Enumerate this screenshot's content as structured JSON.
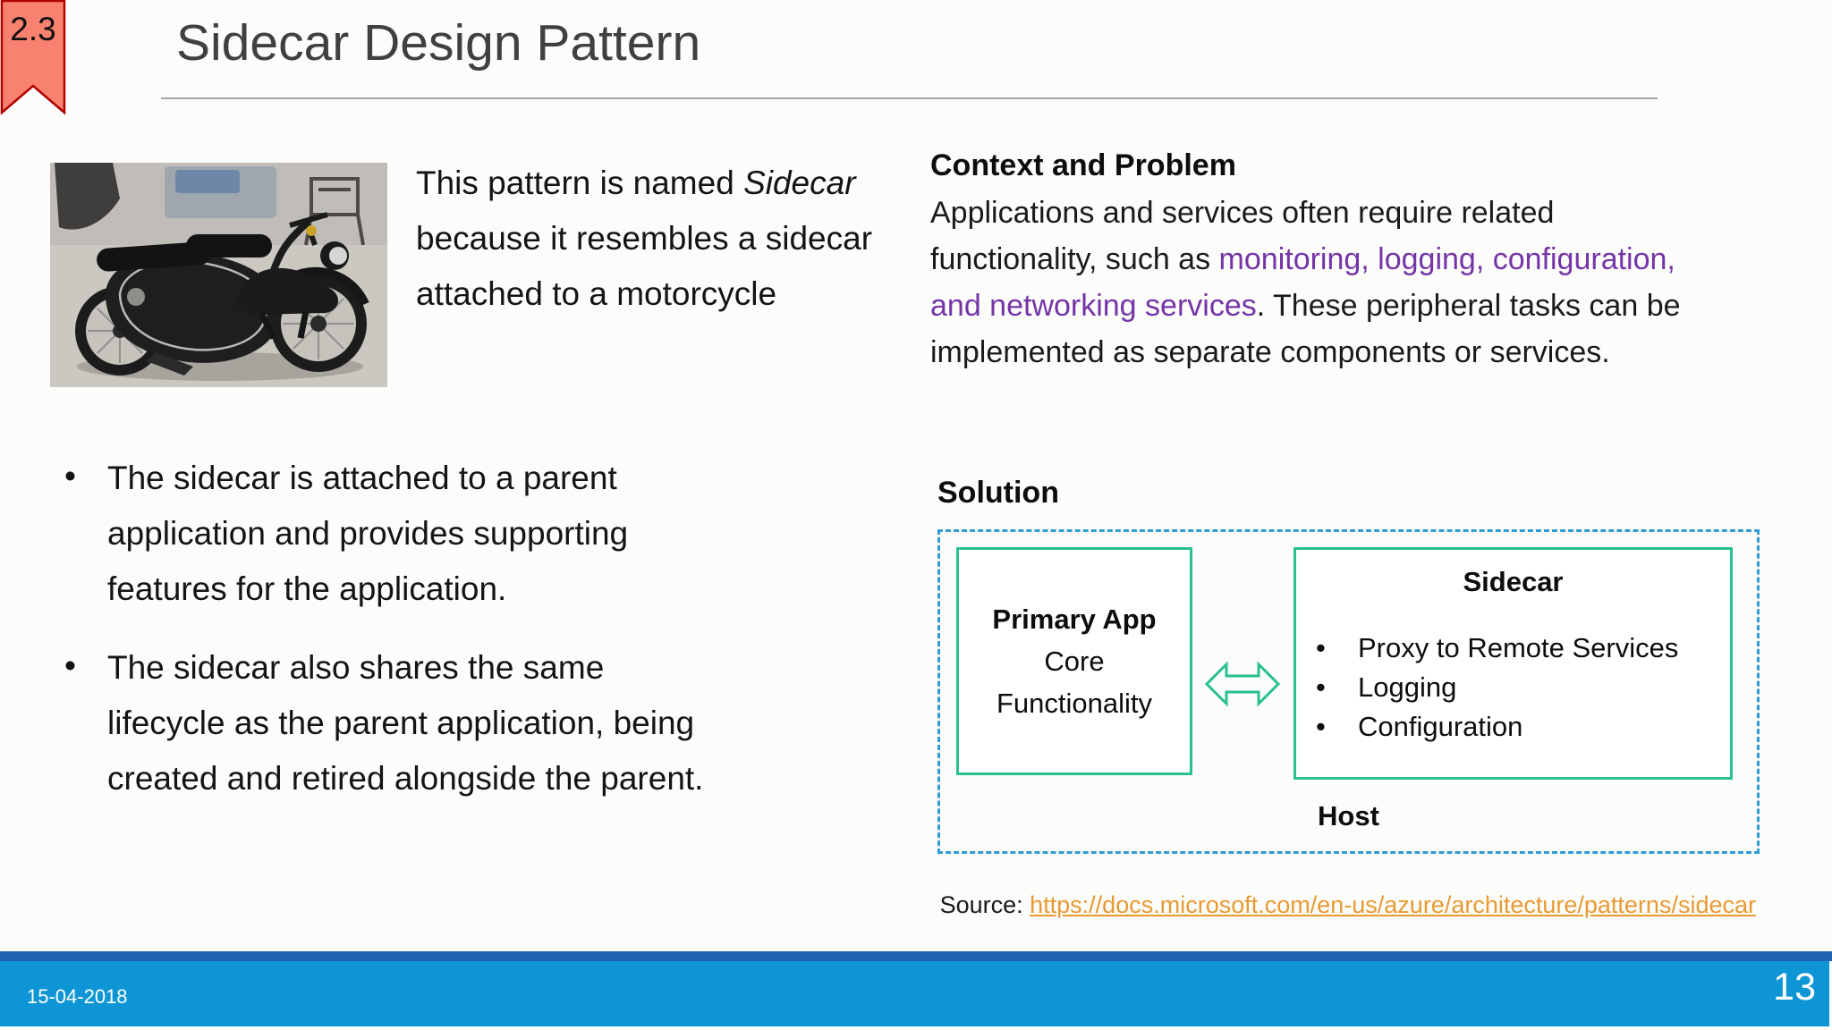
{
  "slide": {
    "badge": "2.3",
    "title": "Sidecar Design Pattern",
    "date": "15-04-2018",
    "page_number": "13"
  },
  "photo": {
    "description": "black motorcycle with attached sidecar parked on concrete"
  },
  "intro": {
    "text_before": "This pattern is named ",
    "text_italic": "Sidecar",
    "text_after": " because it resembles a sidecar attached to a motorcycle"
  },
  "bullets": [
    "The sidecar is attached to a parent application and provides supporting features for the application.",
    "The sidecar also shares the same lifecycle as the parent application, being created and retired alongside the parent."
  ],
  "context": {
    "heading": "Context and Problem",
    "body_before": "Applications and services often require related functionality, such as ",
    "body_highlight": "monitoring, logging, configuration, and networking services",
    "body_after": ". These peripheral tasks can be implemented as separate components or services."
  },
  "solution": {
    "heading": "Solution",
    "primary_app": {
      "title": "Primary App",
      "line1": "Core",
      "line2": "Functionality"
    },
    "sidecar": {
      "title": "Sidecar",
      "items": [
        "Proxy to Remote Services",
        "Logging",
        "Configuration"
      ]
    },
    "host_label": "Host"
  },
  "source": {
    "label": "Source: ",
    "url": "https://docs.microsoft.com/en-us/azure/architecture/patterns/sidecar"
  },
  "colors": {
    "badge_fill": "#F9816F",
    "badge_border": "#B00000",
    "title_gray": "#404040",
    "highlight_purple": "#7534A8",
    "diagram_green": "#28C08E",
    "diagram_dashed_blue": "#2E9BD8",
    "link_orange": "#E89A33",
    "footer_stripe": "#1E63AE",
    "footer_bar": "#0D95D5"
  }
}
